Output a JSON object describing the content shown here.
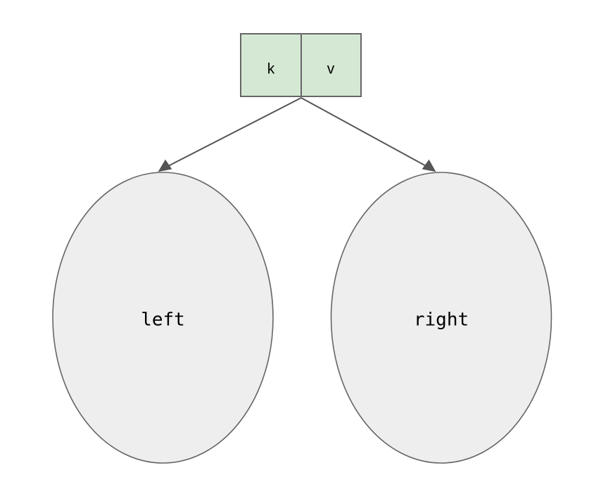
{
  "diagram": {
    "title": "binary-tree-node",
    "background_color": "#ffffff",
    "nodes": {
      "root": {
        "type": "split-box",
        "fill_color": "#d5e8d4",
        "border_color": "#666666",
        "cells": [
          {
            "label": "k",
            "name": "key-cell"
          },
          {
            "label": "v",
            "name": "value-cell"
          }
        ]
      },
      "left_subtree": {
        "type": "ellipse",
        "label": "left",
        "fill_color": "#eeeeee",
        "border_color": "#666666"
      },
      "right_subtree": {
        "type": "ellipse",
        "label": "right",
        "fill_color": "#eeeeee",
        "border_color": "#666666"
      }
    },
    "edges": [
      {
        "name": "edge-root-to-left",
        "from": "root",
        "to": "left_subtree",
        "label": "",
        "color": "#555555",
        "arrowhead": "solid-triangle"
      },
      {
        "name": "edge-root-to-right",
        "from": "root",
        "to": "right_subtree",
        "label": "",
        "color": "#555555",
        "arrowhead": "solid-triangle"
      }
    ]
  }
}
